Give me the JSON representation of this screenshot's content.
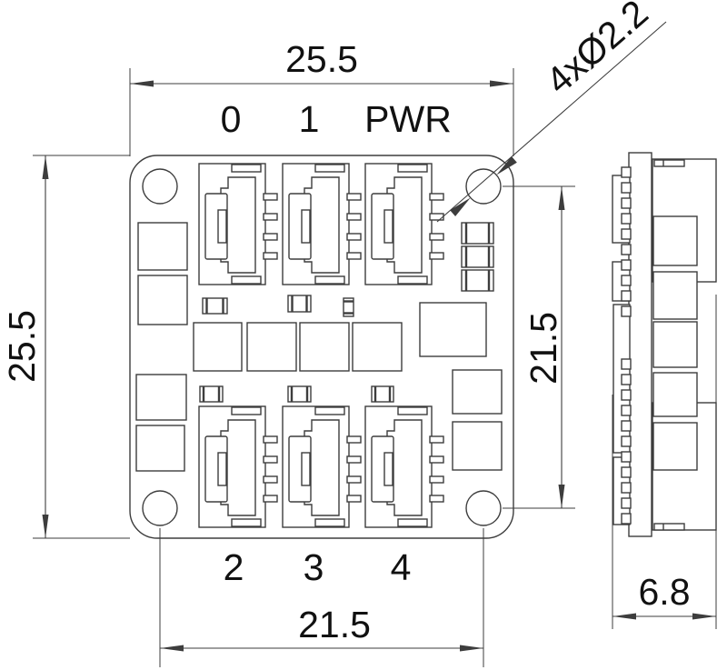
{
  "drawing": {
    "front_view": {
      "dim_width": "25.5",
      "dim_height": "25.5",
      "dim_hole_spacing_vertical": "21.5",
      "dim_hole_spacing_horizontal": "21.5",
      "hole_callout": "4xØ2.2",
      "port_labels_top": [
        "0",
        "1",
        "PWR"
      ],
      "port_labels_bottom": [
        "2",
        "3",
        "4"
      ]
    },
    "side_view": {
      "dim_depth": "6.8"
    },
    "colors": {
      "line": "#3d3d3d",
      "text": "#111111",
      "background": "#ffffff"
    }
  }
}
